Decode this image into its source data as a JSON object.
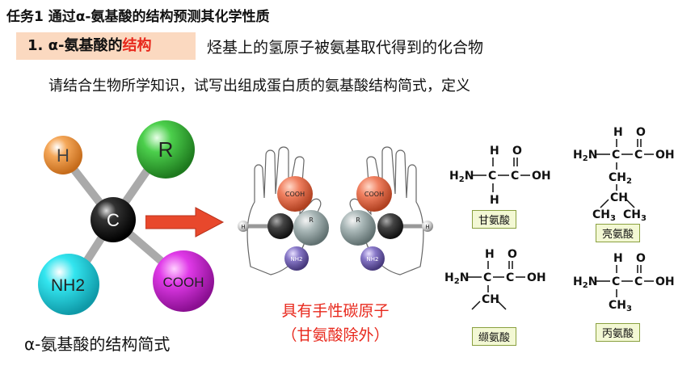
{
  "task_title": "任务1 通过α-氨基酸的结构预测其化学性质",
  "section": {
    "prefix": "1. α-氨基酸的",
    "highlight": "结构"
  },
  "definition": "烃基上的氢原子被氨基取代得到的化合物",
  "instruction": "请结合生物所学知识，试写出组成蛋白质的氨基酸结构简式，定义",
  "ball_model": {
    "center": "C",
    "h": "H",
    "r": "R",
    "nh2": "NH2",
    "cooh": "COOH"
  },
  "ball_model_caption": "α-氨基酸的结构简式",
  "hands_model": {
    "cooh": "COOH",
    "r": "R",
    "h": "H",
    "nh2": "NH2"
  },
  "chirality_note": {
    "line1": "具有手性碳原子",
    "line2": "（甘氨酸除外）"
  },
  "amino_acids": [
    {
      "name": "甘氨酸"
    },
    {
      "name": "亮氨酸"
    },
    {
      "name": "缬氨酸"
    },
    {
      "name": "丙氨酸"
    }
  ],
  "formula_atoms": {
    "H": "H",
    "C": "C",
    "O": "O",
    "OH": "OH",
    "N": "N",
    "CH": "CH",
    "CH2": "CH",
    "CH3": "CH"
  },
  "colors": {
    "highlight": "#e8281c",
    "section_bg": "#fbd9c0",
    "arrow": "#e8482c",
    "h_ball": "#f5a85a",
    "r_ball": "#3fbf3f",
    "c_ball": "#222222",
    "nh2_ball": "#33e5ef",
    "cooh_ball": "#e03ae8"
  }
}
